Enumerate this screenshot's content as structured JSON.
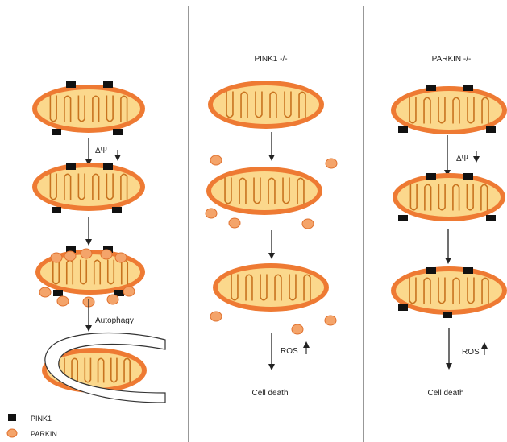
{
  "colors": {
    "outer_membrane": "#ee7a33",
    "matrix": "#fbd88c",
    "cristae_line": "#c8731f",
    "pink1": "#111111",
    "parkin": "#f4a46a",
    "parkin_stroke": "#e0712e",
    "arrow": "#222222",
    "divider": "#555555"
  },
  "panels": [
    {
      "id": "wild-type",
      "header": "",
      "step_labels": [
        "ΔΨ",
        "Autophagy"
      ]
    },
    {
      "id": "pink1-knockout",
      "header": "PINK1 -/-",
      "step_labels": [
        "ROS"
      ],
      "outcome": "Cell death"
    },
    {
      "id": "parkin-knockout",
      "header": "PARKIN -/-",
      "step_labels": [
        "ΔΨ",
        "ROS"
      ],
      "outcome": "Cell death"
    }
  ],
  "legend": [
    {
      "label": "PINK1",
      "symbol": "black-square"
    },
    {
      "label": "PARKIN",
      "symbol": "orange-circle"
    }
  ]
}
